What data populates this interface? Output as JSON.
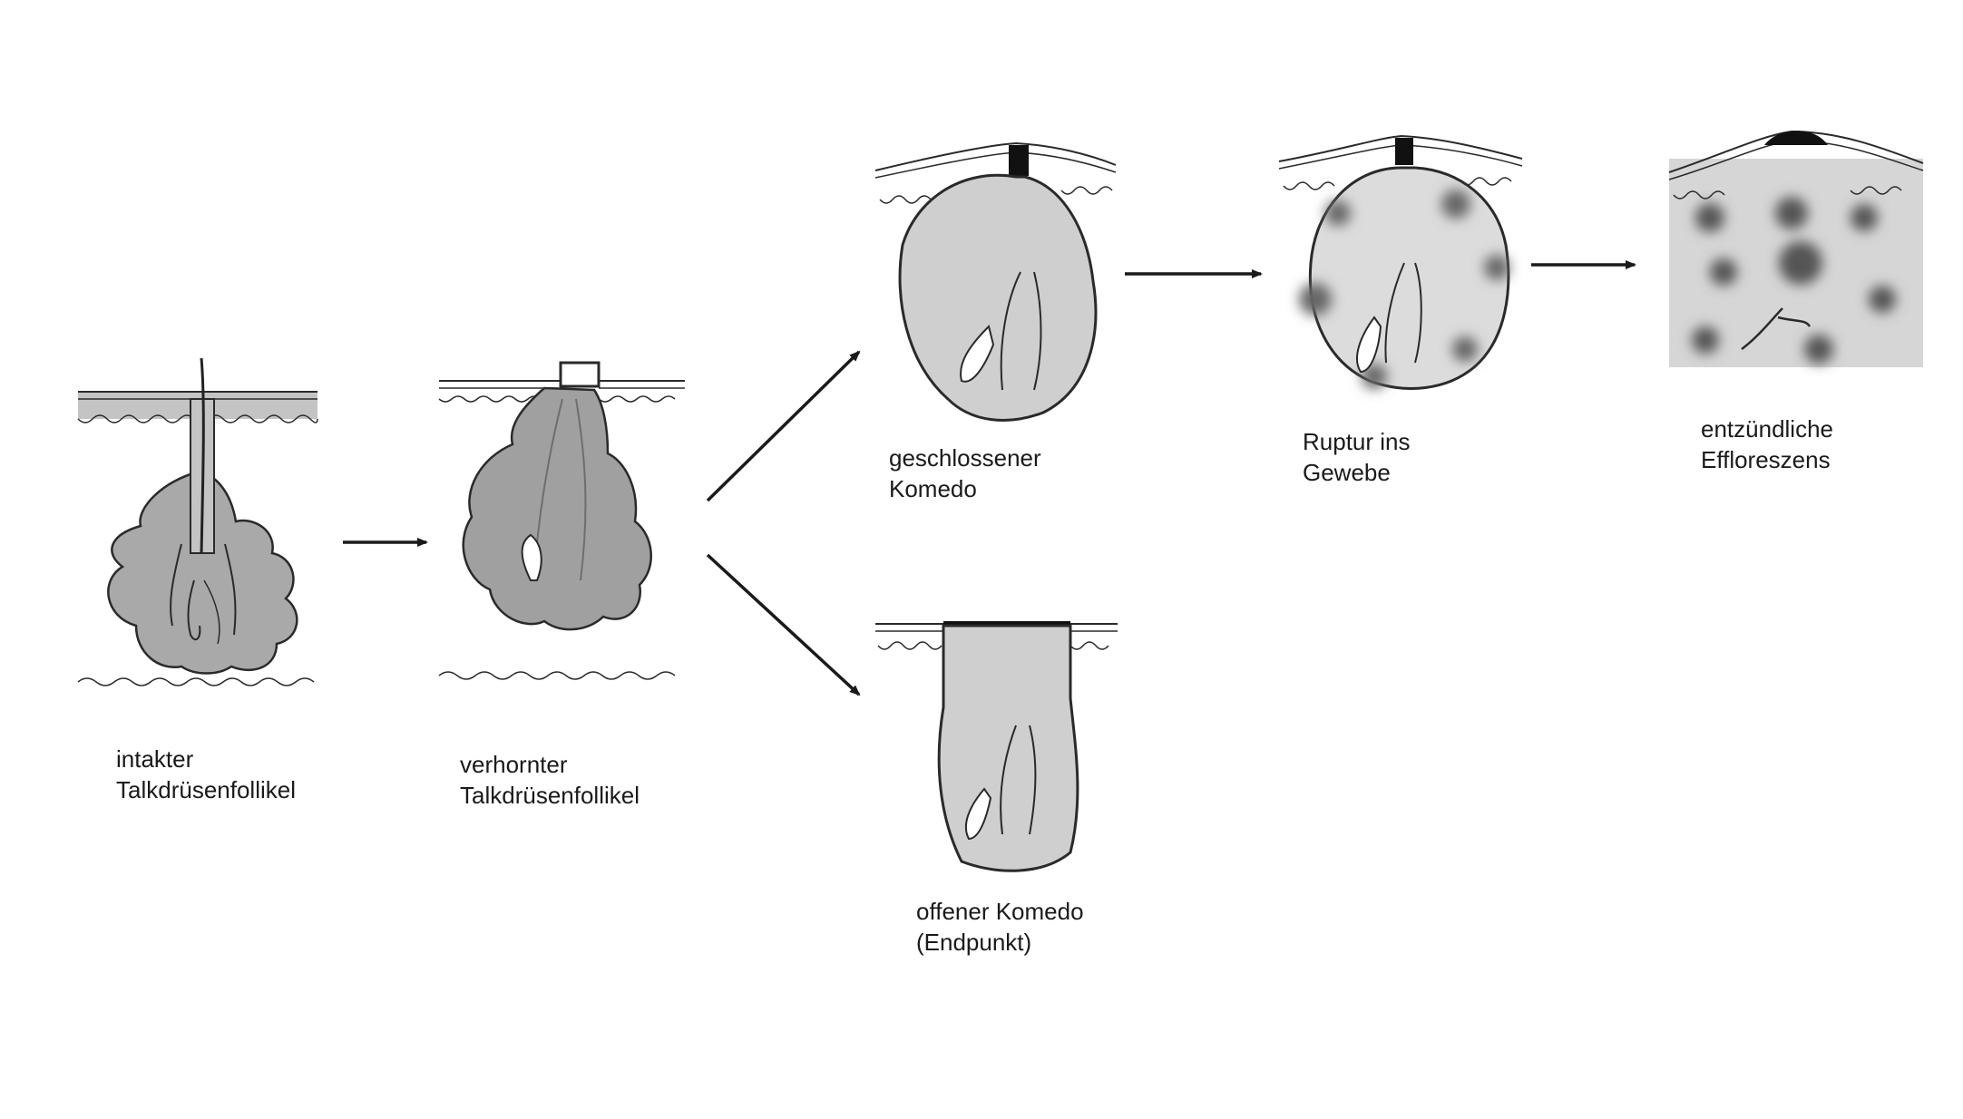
{
  "stages": {
    "intact": {
      "line1": "intakter",
      "line2": "Talkdrüsenfollikel"
    },
    "keratinized": {
      "line1": "verhornter",
      "line2": "Talkdrüsenfollikel"
    },
    "closed_comedo": {
      "line1": "geschlossener",
      "line2": "Komedo"
    },
    "open_comedo": {
      "line1": "offener Komedo",
      "line2": "(Endpunkt)"
    },
    "rupture": {
      "line1": "Ruptur ins",
      "line2": "Gewebe"
    },
    "inflammatory": {
      "line1": "entzündliche",
      "line2": "Effloreszens"
    }
  },
  "colors": {
    "outline": "#2a2a2a",
    "gland_fill": "#a9a9a9",
    "comedo_fill": "#cfcfcf",
    "inflammation_fill": "#d6d6d6",
    "lesion_dark": "#555555",
    "plug": "#111111"
  }
}
